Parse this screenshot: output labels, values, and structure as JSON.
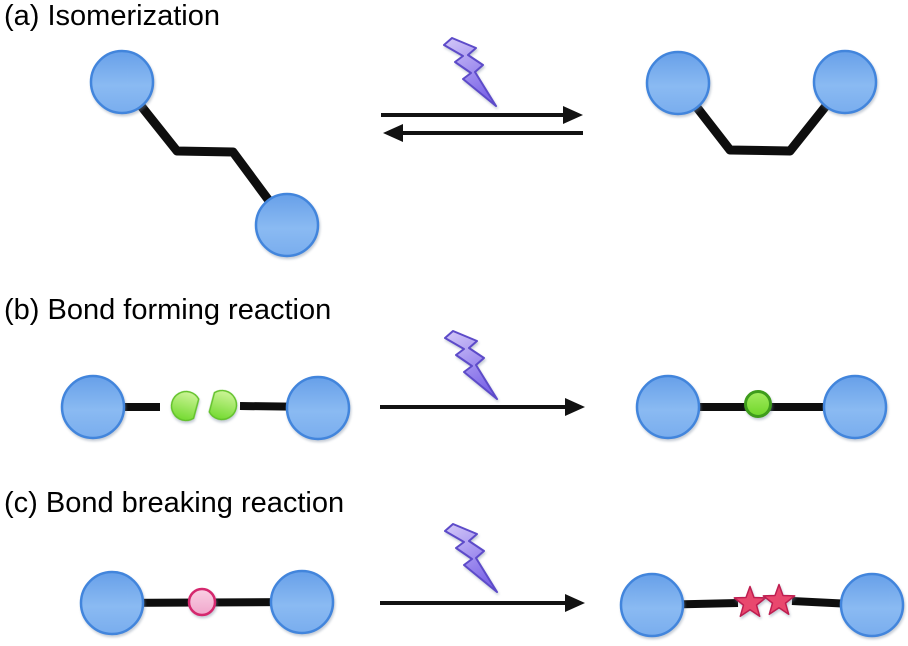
{
  "figure": {
    "canvas_background": "#ffffff",
    "sections": [
      {
        "id": "a",
        "label": "(a) Isomerization",
        "reactant": "two blue atoms linked by a bent (trans) bond",
        "product": "two blue atoms linked by a bent (cis) bond",
        "arrow": "equilibrium (forward and reverse arrows) under a light flash"
      },
      {
        "id": "b",
        "label": "(b) Bond forming reaction",
        "reactant": "two blue atoms with separated green reactive fragments",
        "product": "two blue atoms joined through a formed green bond",
        "arrow": "forward arrow under a light flash"
      },
      {
        "id": "c",
        "label": "(c) Bond breaking reaction",
        "reactant": "two blue atoms joined through a pink labile bond",
        "product": "two blue atoms with a broken bond marked by two stars",
        "arrow": "forward arrow under a light flash"
      }
    ]
  },
  "icons": {
    "photon": "lightning-bolt",
    "forward": "right-arrow",
    "reverse": "left-arrow",
    "fragment": "half-disc",
    "formed_bond": "green-dot",
    "weak_bond": "pink-dot",
    "broken_bond": "star"
  },
  "colors": {
    "text": "#000000",
    "bond": "#0e0e0e",
    "arrow": "#121212",
    "atom_top": "#67a0e9",
    "atom_mid": "#8abaf2",
    "atom_bottom": "#79adee",
    "atom_stroke": "#4285dc",
    "bolt_light": "#d4c9f8",
    "bolt_dark": "#7e68e8",
    "bolt_stroke": "#5d4bc9",
    "fragment_light": "#cdf498",
    "fragment_dark": "#74da31",
    "fragment_stroke": "#62c22a",
    "bond_marker_light": "#a4eb60",
    "bond_marker_dark": "#6ed629",
    "bond_marker_stroke": "#3e9c1c",
    "weak_bond_light": "#f9cfe3",
    "weak_bond_dark": "#f0a6cb",
    "weak_bond_stroke": "#d5286e",
    "star_fill": "#e9486e",
    "star_stroke": "#be1e50"
  }
}
